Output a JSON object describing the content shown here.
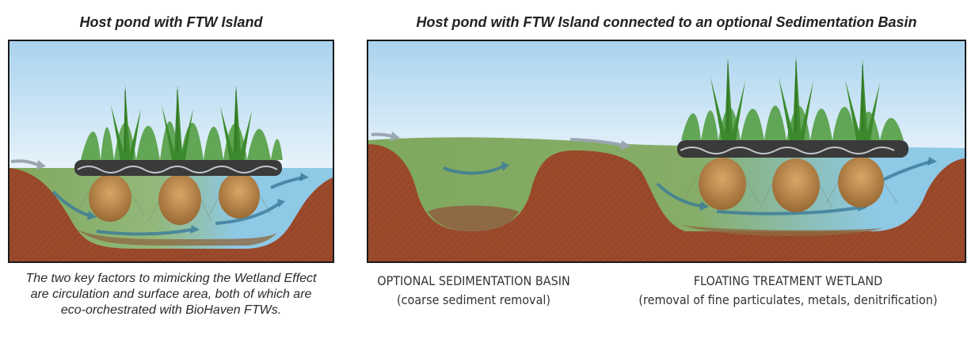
{
  "left_panel": {
    "title": "Host pond with FTW Island",
    "caption_lines": [
      "The two key factors to mimicking the Wetland Effect",
      "are circulation and surface area, both of which are",
      "eco-orchestrated with BioHaven FTWs."
    ]
  },
  "right_panel": {
    "title": "Host pond with FTW Island connected to an optional Sedimentation Basin",
    "sedimentation_label": "OPTIONAL SEDIMENTATION BASIN",
    "sedimentation_sub": "(coarse sediment removal)",
    "wetland_label": "FLOATING TREATMENT WETLAND",
    "wetland_sub": "(removal of fine particulates, metals, denitrification)"
  },
  "colors": {
    "sky_top": "#a9d3ee",
    "sky_bottom": "#ffffff",
    "soil": "#9c4a2c",
    "water_green": "#7fa85e",
    "water_blue": "#8ec9e6",
    "roots": "#b9874c",
    "grass": "#3f8a2f",
    "mat": "#3a3a3a",
    "arrow": "#3a7a9a"
  }
}
